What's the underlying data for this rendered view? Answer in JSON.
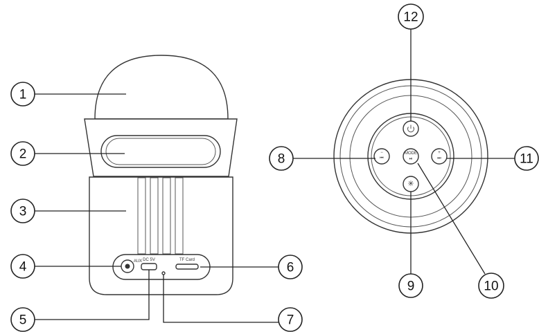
{
  "callouts": [
    "1",
    "2",
    "3",
    "4",
    "5",
    "6",
    "7",
    "8",
    "9",
    "10",
    "11",
    "12"
  ],
  "port_labels": {
    "aux": "AUX",
    "dc": "DC 5V",
    "tf": "TF Card"
  },
  "button_labels": {
    "mode": "MODE"
  }
}
